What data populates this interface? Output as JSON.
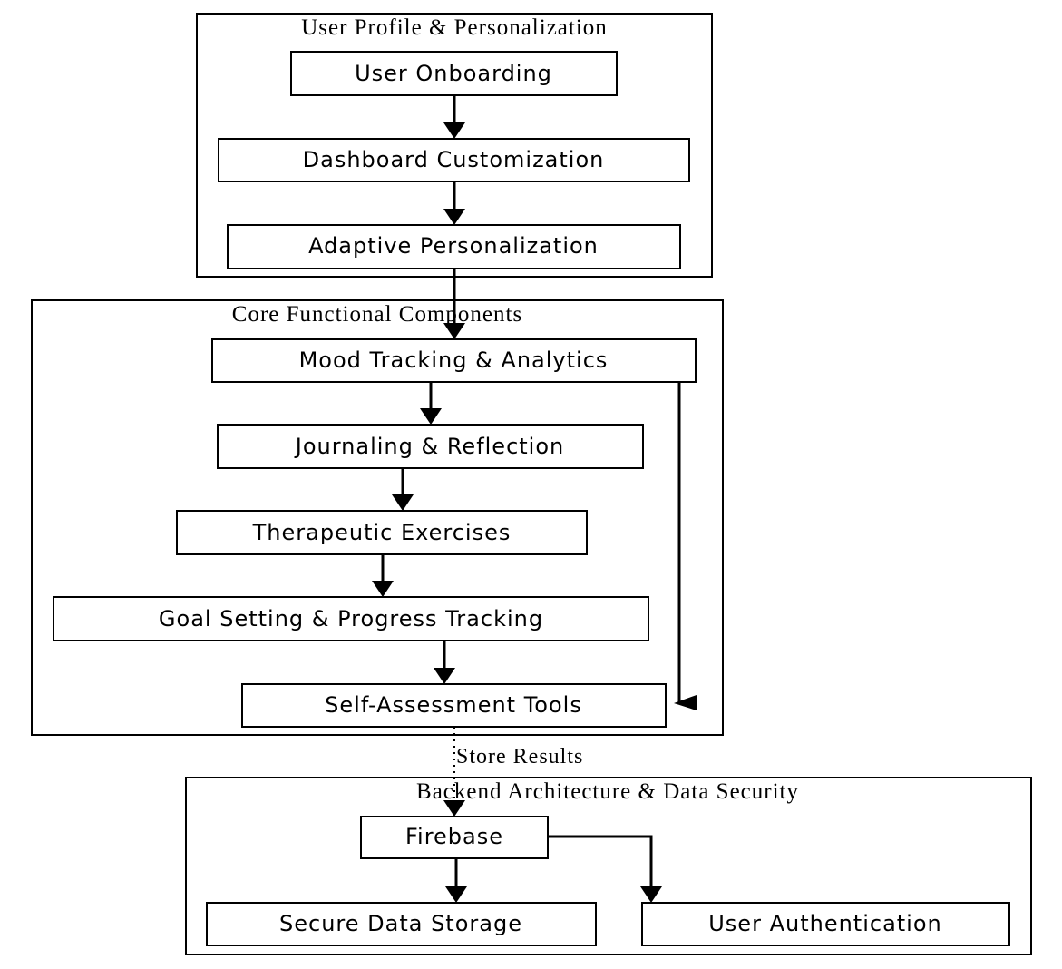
{
  "clusters": {
    "profile": {
      "label": "User Profile & Personalization"
    },
    "core": {
      "label": "Core Functional Components"
    },
    "backend": {
      "label": "Backend Architecture & Data Security"
    }
  },
  "nodes": {
    "onboarding": "User Onboarding",
    "dashboard": "Dashboard Customization",
    "adaptive": "Adaptive Personalization",
    "mood": "Mood Tracking & Analytics",
    "journaling": "Journaling & Reflection",
    "therapeutic": "Therapeutic Exercises",
    "goal": "Goal Setting & Progress Tracking",
    "assessment": "Self-Assessment Tools",
    "firebase": "Firebase",
    "storage": "Secure Data Storage",
    "auth": "User Authentication"
  },
  "edges": {
    "store_results": "Store Results"
  }
}
